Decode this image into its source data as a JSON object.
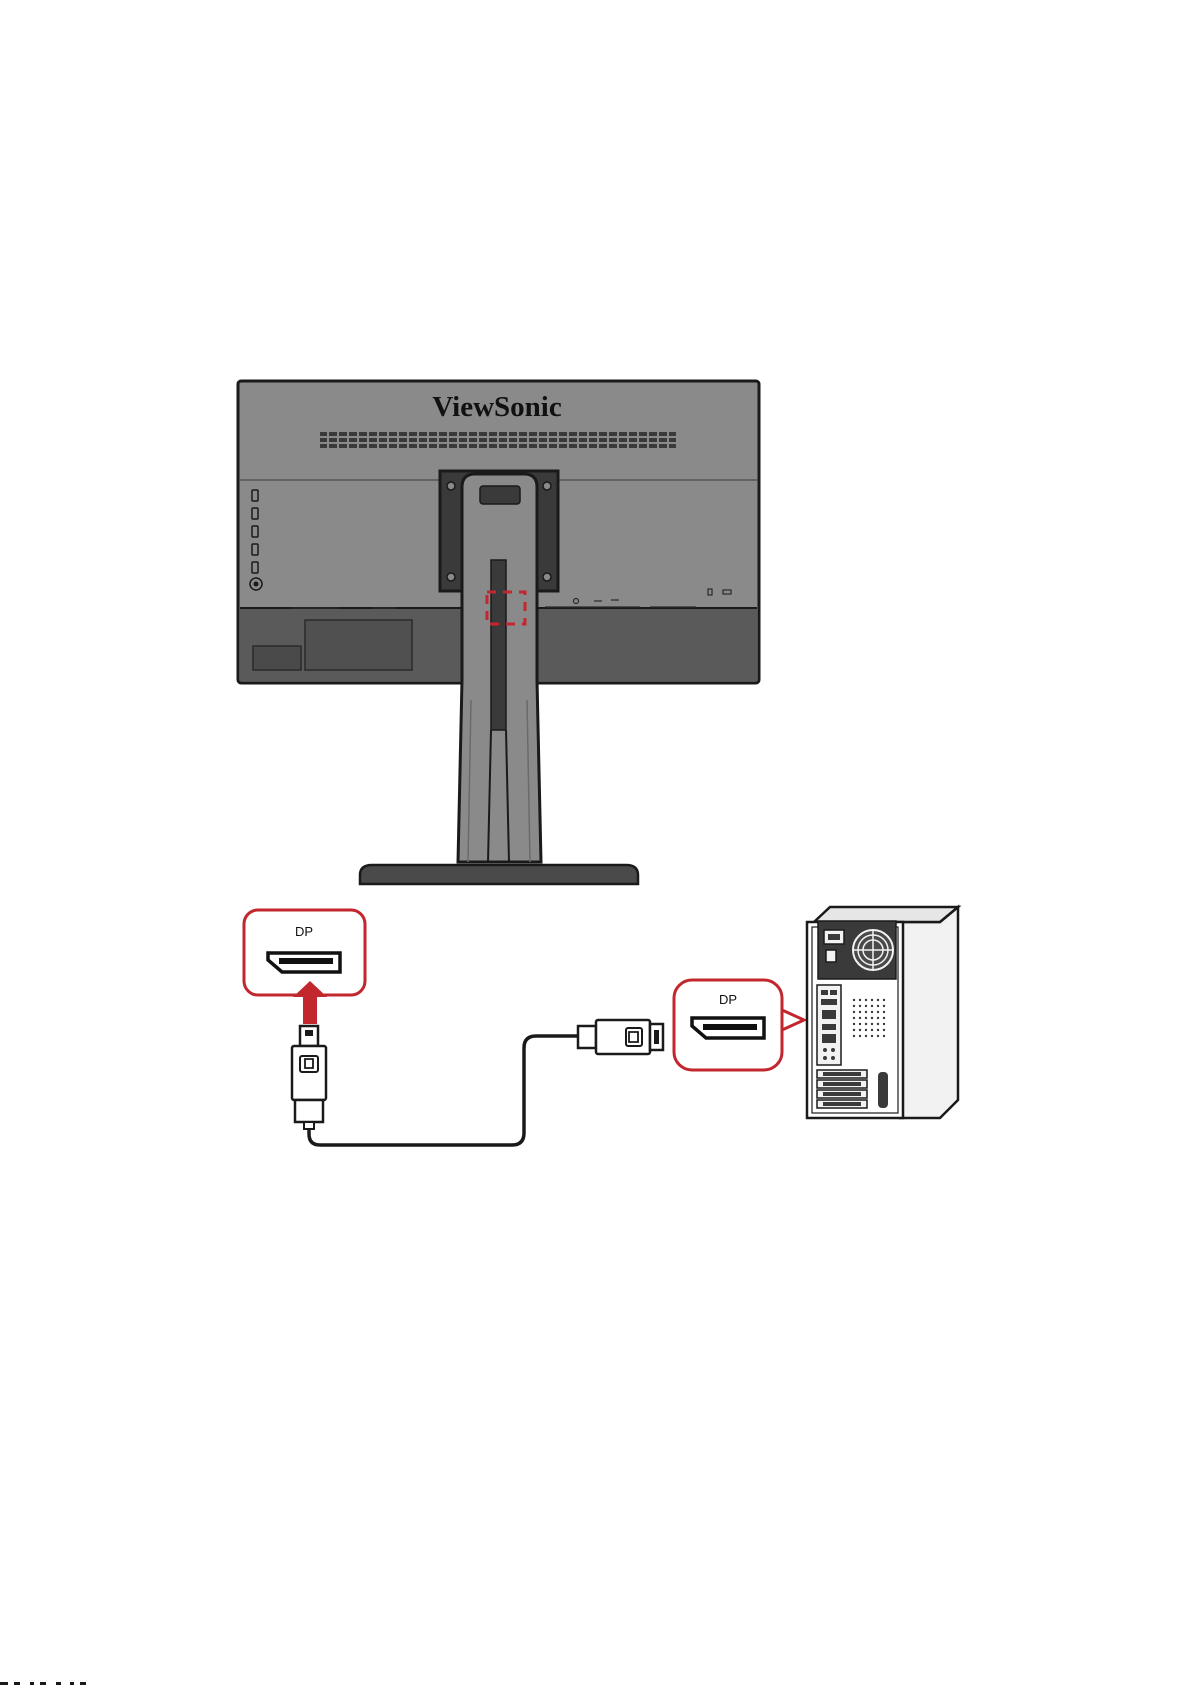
{
  "monitor": {
    "brand": "ViewSonic"
  },
  "callouts": {
    "monitor_port_label": "DP",
    "pc_port_label": "DP"
  },
  "colors": {
    "accent": "#C1272D",
    "monitor_body": "#8A8A8A",
    "monitor_lower_panel": "#5A5A5A",
    "outline": "#1A1A1A",
    "pc_case": "#F2F2F2"
  },
  "icons": [
    "displayport-port-icon",
    "displayport-plug-icon",
    "up-arrow-icon"
  ]
}
